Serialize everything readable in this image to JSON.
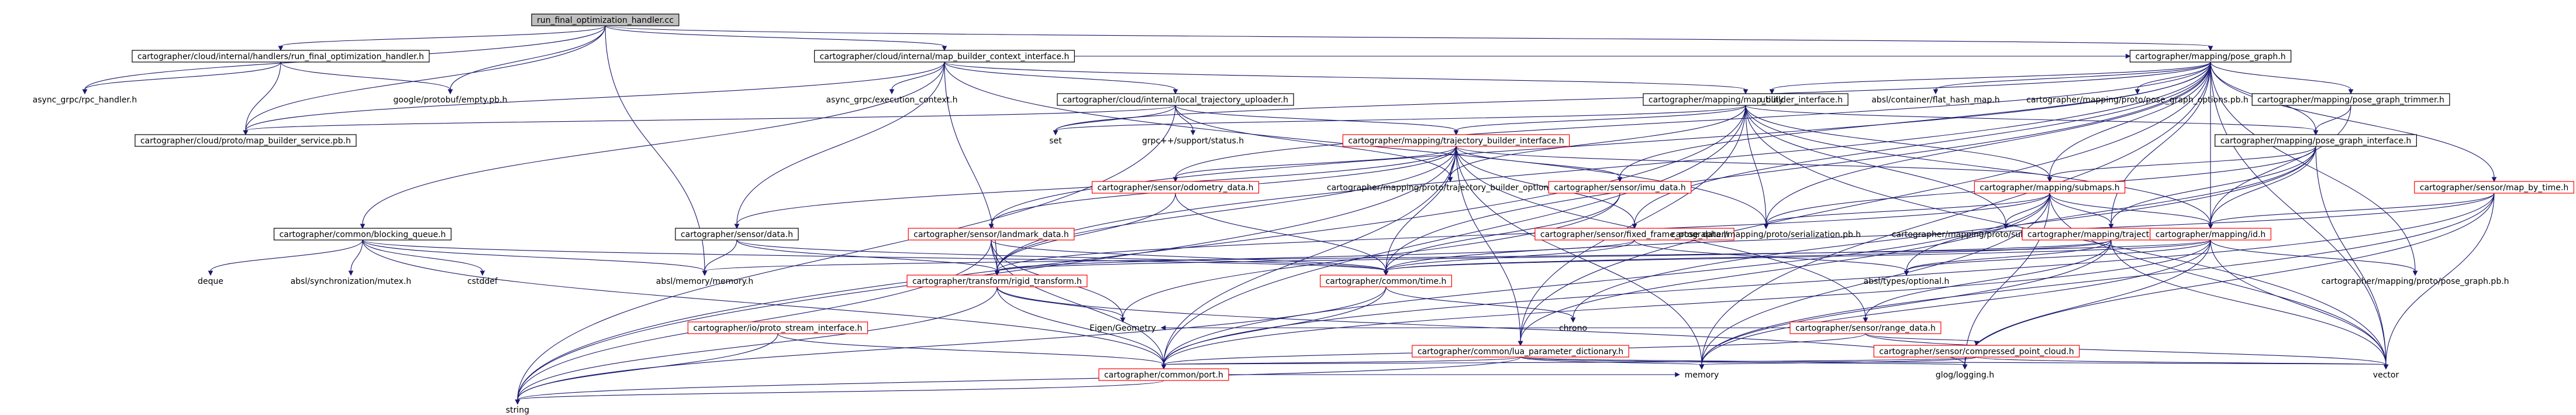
{
  "nodes": {
    "root": "run_final_optimization_handler.cc",
    "rpc_handler_h": "cartographer/cloud/internal/handlers/run_final_optimization_handler.h",
    "mb_ctx": "cartographer/cloud/internal/map_builder_context_interface.h",
    "pose_graph_h": "cartographer/mapping/pose_graph.h",
    "async_rpc": "async_grpc/rpc_handler.h",
    "protobuf_empty": "google/protobuf/empty.pb.h",
    "mb_service": "cartographer/cloud/proto/map_builder_service.pb.h",
    "async_exec": "async_grpc/execution_context.h",
    "local_uploader": "cartographer/cloud/internal/local_trajectory_uploader.h",
    "map_builder_iface": "cartographer/mapping/map_builder_interface.h",
    "utility": "utility",
    "flat_hash_map": "absl/container/flat_hash_map.h",
    "pg_options": "cartographer/mapping/proto/pose_graph_options.pb.h",
    "pg_trimmer": "cartographer/mapping/pose_graph_trimmer.h",
    "set": "set",
    "grpcpp": "grpc++/support/status.h",
    "traj_builder_iface": "cartographer/mapping/trajectory_builder_interface.h",
    "pg_iface": "cartographer/mapping/pose_graph_interface.h",
    "map_by_time": "cartographer/sensor/map_by_time.h",
    "odom_data": "cartographer/sensor/odometry_data.h",
    "traj_builder_opts": "cartographer/mapping/proto/trajectory_builder_options.pb.h",
    "imu_data": "cartographer/sensor/imu_data.h",
    "submaps": "cartographer/mapping/submaps.h",
    "blocking_queue": "cartographer/common/blocking_queue.h",
    "sensor_data": "cartographer/sensor/data.h",
    "landmark_data": "cartographer/sensor/landmark_data.h",
    "fixed_frame": "cartographer/sensor/fixed_frame_pose_data.h",
    "serialization": "cartographer/mapping/proto/serialization.pb.h",
    "submap_vis": "cartographer/mapping/proto/submap_visualization.pb.h",
    "trajectory_node": "cartographer/mapping/trajectory_node.h",
    "id_h": "cartographer/mapping/id.h",
    "deque": "deque",
    "absl_mutex": "absl/synchronization/mutex.h",
    "cstddef": "cstddef",
    "absl_memory": "absl/memory/memory.h",
    "rigid_transform": "cartographer/transform/rigid_transform.h",
    "common_time": "cartographer/common/time.h",
    "absl_optional": "absl/types/optional.h",
    "range_data": "cartographer/sensor/range_data.h",
    "pose_graph_pb": "cartographer/mapping/proto/pose_graph.pb.h",
    "proto_stream": "cartographer/io/proto_stream_interface.h",
    "eigen": "Eigen/Geometry",
    "chrono": "chrono",
    "lua_dict": "cartographer/common/lua_parameter_dictionary.h",
    "compressed_pc": "cartographer/sensor/compressed_point_cloud.h",
    "common_port": "cartographer/common/port.h",
    "memory": "memory",
    "glog": "glog/logging.h",
    "vector": "vector",
    "string": "string"
  }
}
